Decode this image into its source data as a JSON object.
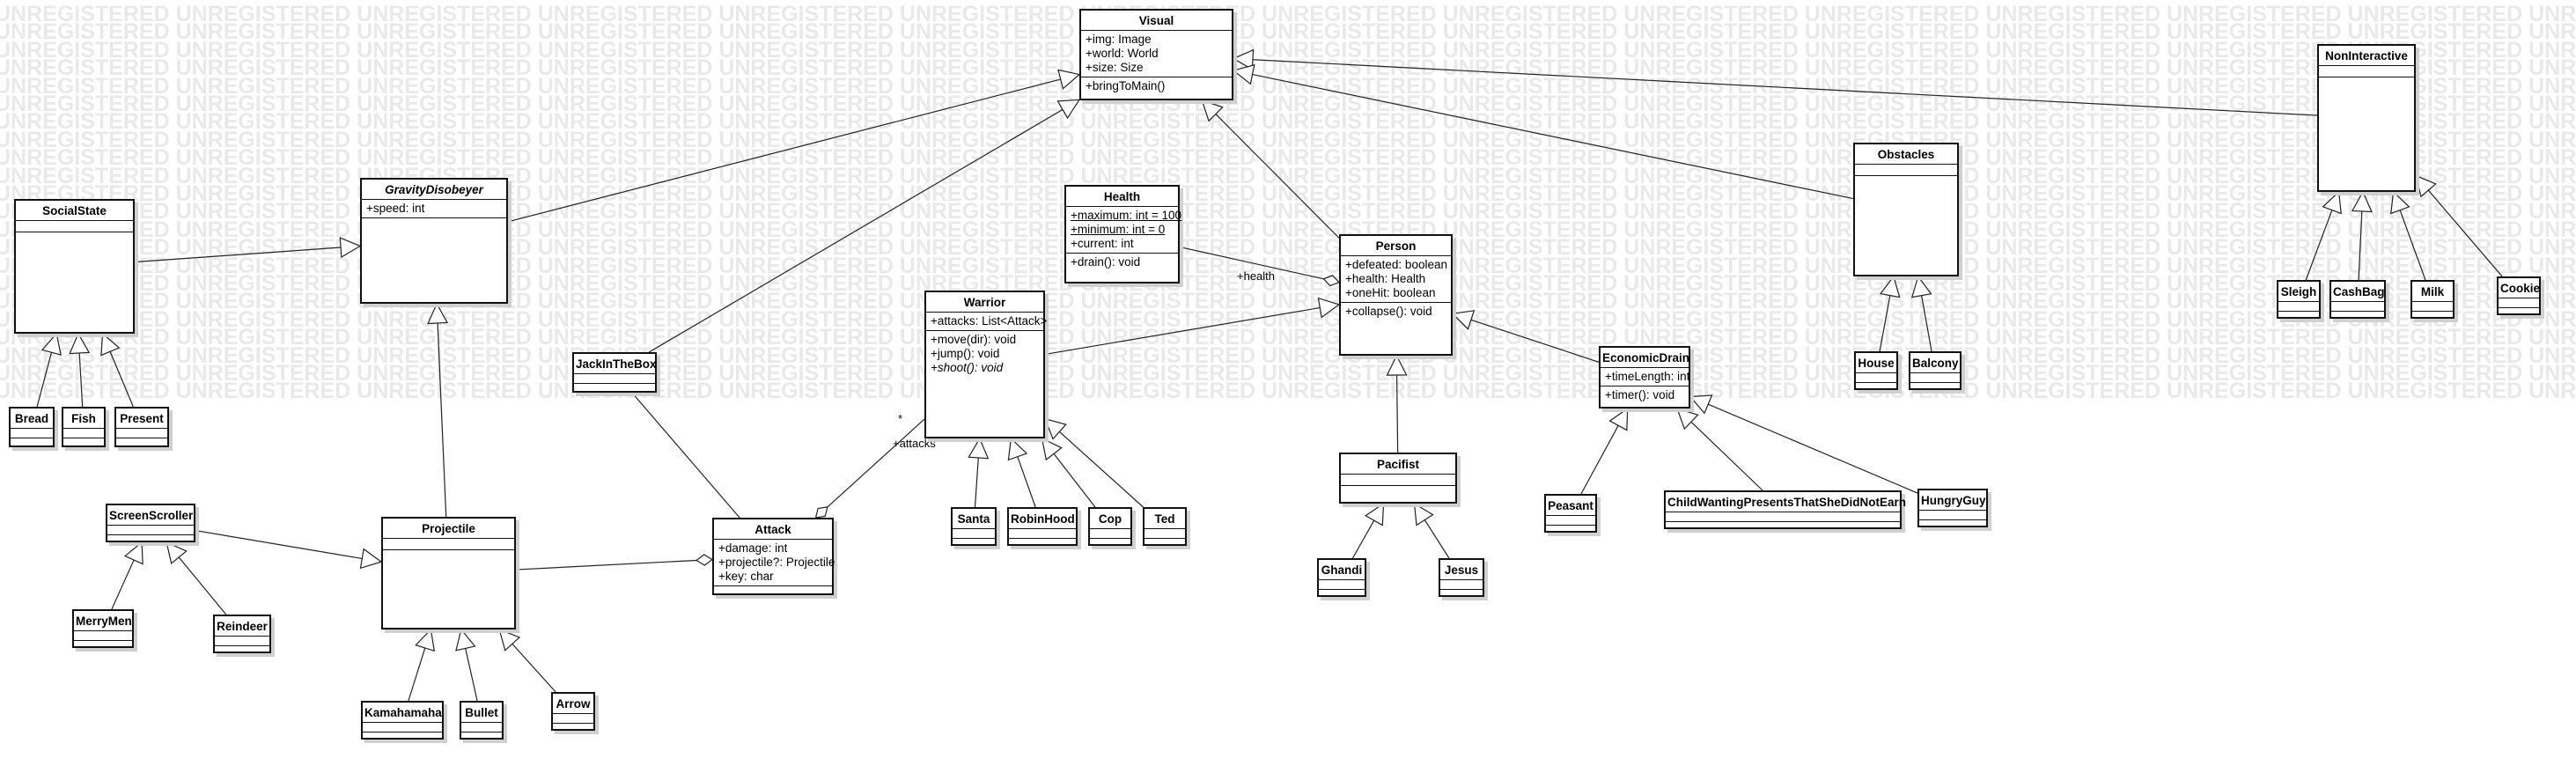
{
  "watermark": "UNREGISTERED",
  "classes": {
    "visual": {
      "name": "Visual",
      "attributes": [
        "+img: Image",
        "+world: World",
        "+size: Size"
      ],
      "operations": [
        "+bringToMain()"
      ]
    },
    "noninteractive": {
      "name": "NonInteractive",
      "attributes": [],
      "operations": []
    },
    "obstacles": {
      "name": "Obstacles",
      "attributes": [],
      "operations": []
    },
    "gravitydisobeyer": {
      "name": "GravityDisobeyer",
      "attributes": [
        "+speed: int"
      ],
      "operations": []
    },
    "socialstate": {
      "name": "SocialState",
      "attributes": [],
      "operations": []
    },
    "health": {
      "name": "Health",
      "attributes": [
        "+maximum: int = 100",
        "+minimum: int = 0",
        "+current: int"
      ],
      "operations": [
        "+drain(): void"
      ]
    },
    "person": {
      "name": "Person",
      "attributes": [
        "+defeated: boolean",
        "+health: Health",
        "+oneHit: boolean"
      ],
      "operations": [
        "+collapse(): void"
      ]
    },
    "warrior": {
      "name": "Warrior",
      "attributes": [
        "+attacks: List<Attack>"
      ],
      "operations": [
        "+move(dir): void",
        "+jump(): void",
        "+shoot(): void"
      ]
    },
    "jackinthebox": {
      "name": "JackInTheBox"
    },
    "economicdrain": {
      "name": "EconomicDrain",
      "attributes": [
        "+timeLength: int"
      ],
      "operations": [
        "+timer(): void"
      ]
    },
    "bread": {
      "name": "Bread"
    },
    "fish": {
      "name": "Fish"
    },
    "present": {
      "name": "Present"
    },
    "sleigh": {
      "name": "Sleigh"
    },
    "cashbag": {
      "name": "CashBag"
    },
    "milk": {
      "name": "Milk"
    },
    "cookie": {
      "name": "Cookie"
    },
    "house": {
      "name": "House"
    },
    "balcony": {
      "name": "Balcony"
    },
    "screenscroller": {
      "name": "ScreenScroller"
    },
    "projectile": {
      "name": "Projectile",
      "attributes": [],
      "operations": []
    },
    "attack": {
      "name": "Attack",
      "attributes": [
        "+damage: int",
        "+projectile?: Projectile",
        "+key: char"
      ]
    },
    "santa": {
      "name": "Santa"
    },
    "robinhood": {
      "name": "RobinHood"
    },
    "cop": {
      "name": "Cop"
    },
    "ted": {
      "name": "Ted"
    },
    "pacifist": {
      "name": "Pacifist",
      "attributes": [],
      "operations": []
    },
    "peasant": {
      "name": "Peasant"
    },
    "childwanting": {
      "name": "ChildWantingPresentsThatSheDidNotEarn"
    },
    "hungryguy": {
      "name": "HungryGuy"
    },
    "merrymen": {
      "name": "MerryMen"
    },
    "reindeer": {
      "name": "Reindeer"
    },
    "ghandi": {
      "name": "Ghandi"
    },
    "jesus": {
      "name": "Jesus"
    },
    "kamahamaha": {
      "name": "Kamahamaha"
    },
    "bullet": {
      "name": "Bullet"
    },
    "arrow": {
      "name": "Arrow"
    }
  },
  "associations": {
    "health_label": "+health",
    "attacks_label": "+attacks",
    "attacks_multiplicity": "*"
  },
  "generalizations": [
    [
      "gravitydisobeyer",
      "visual"
    ],
    [
      "noninteractive",
      "visual"
    ],
    [
      "obstacles",
      "visual"
    ],
    [
      "jackinthebox",
      "visual"
    ],
    [
      "person",
      "visual"
    ],
    [
      "socialstate",
      "gravitydisobeyer"
    ],
    [
      "projectile",
      "gravitydisobeyer"
    ],
    [
      "warrior",
      "person"
    ],
    [
      "pacifist",
      "person"
    ],
    [
      "economicdrain",
      "person"
    ],
    [
      "bread",
      "socialstate"
    ],
    [
      "fish",
      "socialstate"
    ],
    [
      "present",
      "socialstate"
    ],
    [
      "sleigh",
      "noninteractive"
    ],
    [
      "cashbag",
      "noninteractive"
    ],
    [
      "milk",
      "noninteractive"
    ],
    [
      "cookie",
      "noninteractive"
    ],
    [
      "house",
      "obstacles"
    ],
    [
      "balcony",
      "obstacles"
    ],
    [
      "screenscroller",
      "projectile"
    ],
    [
      "kamahamaha",
      "projectile"
    ],
    [
      "bullet",
      "projectile"
    ],
    [
      "arrow",
      "projectile"
    ],
    [
      "merrymen",
      "screenscroller"
    ],
    [
      "reindeer",
      "screenscroller"
    ],
    [
      "santa",
      "warrior"
    ],
    [
      "robinhood",
      "warrior"
    ],
    [
      "cop",
      "warrior"
    ],
    [
      "ted",
      "warrior"
    ],
    [
      "ghandi",
      "pacifist"
    ],
    [
      "jesus",
      "pacifist"
    ],
    [
      "peasant",
      "economicdrain"
    ],
    [
      "childwanting",
      "economicdrain"
    ],
    [
      "hungryguy",
      "economicdrain"
    ]
  ],
  "aggregations": [
    [
      "person",
      "health"
    ],
    [
      "attack",
      "warrior"
    ],
    [
      "attack",
      "projectile"
    ]
  ],
  "plain_links": [
    [
      "jackinthebox",
      "attack"
    ]
  ]
}
